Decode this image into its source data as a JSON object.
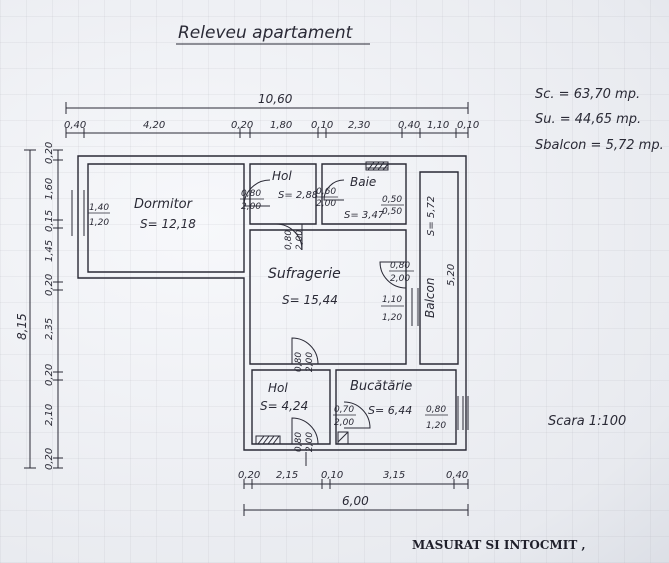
{
  "title": "Releveu apartament",
  "areas": {
    "sc": "Sc. = 63,70 mp.",
    "su": "Su. = 44,65 mp.",
    "sbalcon": "Sbalcon = 5,72 mp."
  },
  "scale": "Scara 1:100",
  "footer": "MASURAT SI INTOCMIT ,",
  "dims_top": {
    "total": "10,60",
    "segments": [
      "0,40",
      "4,20",
      "0,20",
      "1,80",
      "0,10",
      "2,30",
      "0,40",
      "1,10",
      "0,10"
    ]
  },
  "dims_bottom": {
    "total": "6,00",
    "segments": [
      "0,20",
      "2,15",
      "0,10",
      "3,15",
      "0,40"
    ]
  },
  "dims_left": {
    "total": "8,15",
    "segments": [
      "0,20",
      "1,60",
      "0,15",
      "1,45",
      "0,20",
      "2,35",
      "0,20",
      "2,10",
      "0,20"
    ]
  },
  "rooms": {
    "dormitor": {
      "name": "Dormitor",
      "area": "S= 12,18"
    },
    "hol_top": {
      "name": "Hol",
      "area": "S= 2,88"
    },
    "baie": {
      "name": "Baie",
      "area": "S= 3,47"
    },
    "sufragerie": {
      "name": "Sufragerie",
      "area": "S= 15,44"
    },
    "balcon": {
      "name": "Balcon",
      "area": "S= 5,72"
    },
    "hol_bottom": {
      "name": "Hol",
      "area": "S= 4,24"
    },
    "bucatarie": {
      "name": "Bucătărie",
      "area": "S= 6,44"
    }
  },
  "openings": {
    "w_dorm": [
      "1,40",
      "1,20"
    ],
    "d_hol": [
      "0,80",
      "2,00"
    ],
    "d_baie": [
      "0,60",
      "2,00"
    ],
    "w_baie": [
      "0,50",
      "0,50"
    ],
    "d_suf": [
      "0,80",
      "2,00"
    ],
    "d_balc": [
      "0,80",
      "2,00"
    ],
    "w_suf": [
      "1,10",
      "1,20"
    ],
    "d_holbot": [
      "0,80",
      "2,00"
    ],
    "d_buc": [
      "0,70",
      "2,00"
    ],
    "w_buc": [
      "0,80",
      "1,20"
    ],
    "d_entry": [
      "0,80",
      "2,00"
    ]
  },
  "balcon_dim": "5,20"
}
